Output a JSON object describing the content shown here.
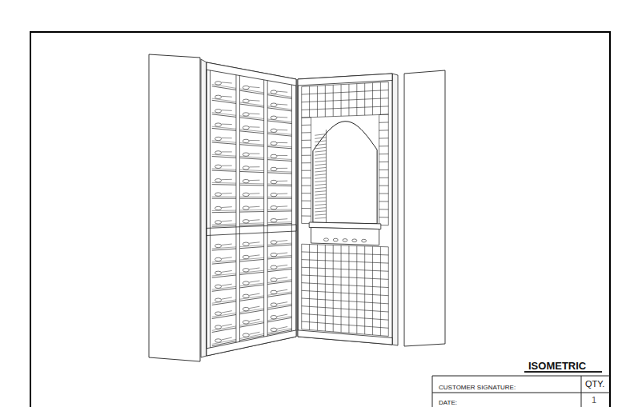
{
  "diagram": {
    "title": "ISOMETRIC",
    "labels": [
      "CUSTOMER SIGNATURE:",
      "DATE:",
      "QTY.",
      "1"
    ]
  }
}
